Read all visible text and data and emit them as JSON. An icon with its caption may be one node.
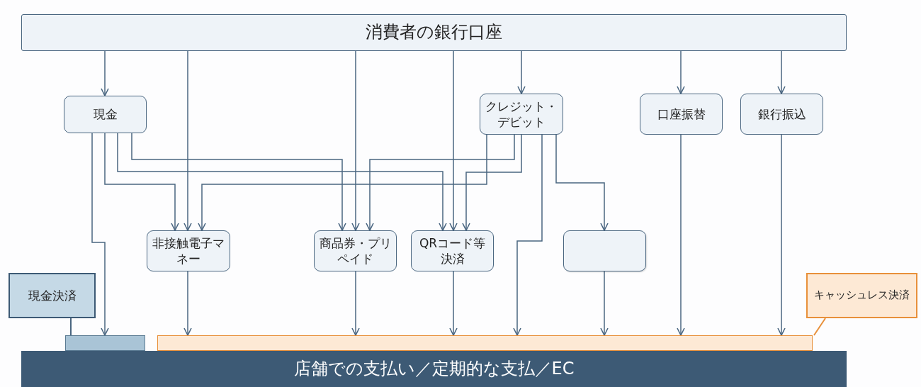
{
  "diagram": {
    "nodes": [
      {
        "text": [
          "消費者の銀行口座"
        ]
      },
      {
        "text": [
          "現金"
        ]
      },
      {
        "text": [
          "クレジット・デビット"
        ]
      },
      {
        "text": [
          "口座振替"
        ]
      },
      {
        "text": [
          "銀行振込"
        ]
      },
      {
        "text": [
          "非接触電子マネー"
        ]
      },
      {
        "text": [
          "商品券・プリペイド"
        ]
      },
      {
        "text": [
          "QRコード等決済"
        ]
      },
      {
        "text": [],
        "shape": "box"
      },
      {
        "text": [
          "現金決済"
        ]
      },
      {
        "text": [
          "キャッシュレス決済"
        ]
      },
      {
        "text": [],
        "shape": "bar"
      },
      {
        "text": [],
        "shape": "bar"
      },
      {
        "text": [
          "店舗での支払い／定期的な支払／EC"
        ]
      }
    ],
    "edges": [
      {
        "from": 0,
        "to": 1,
        "arrow": "to"
      },
      {
        "from": 0,
        "to": 5,
        "arrow": "to"
      },
      {
        "from": 0,
        "to": 6,
        "arrow": "to"
      },
      {
        "from": 0,
        "to": 7,
        "arrow": "to"
      },
      {
        "from": 0,
        "to": 2,
        "arrow": "to"
      },
      {
        "from": 0,
        "to": 3,
        "arrow": "to"
      },
      {
        "from": 0,
        "to": 4,
        "arrow": "to"
      },
      {
        "from": 1,
        "to": 11,
        "arrow": "to"
      },
      {
        "from": 1,
        "to": 5,
        "arrow": "to"
      },
      {
        "from": 1,
        "to": 7,
        "arrow": "to"
      },
      {
        "from": 1,
        "to": 6,
        "arrow": "to"
      },
      {
        "from": 2,
        "to": 5,
        "arrow": "to"
      },
      {
        "from": 2,
        "to": 6,
        "arrow": "to"
      },
      {
        "from": 2,
        "to": 7,
        "arrow": "to"
      },
      {
        "from": 2,
        "to": 12,
        "arrow": "to"
      },
      {
        "from": 2,
        "to": 8,
        "arrow": "to"
      },
      {
        "from": 5,
        "to": 12,
        "arrow": "to"
      },
      {
        "from": 6,
        "to": 12,
        "arrow": "to"
      },
      {
        "from": 7,
        "to": 12,
        "arrow": "to"
      },
      {
        "from": 8,
        "to": 12,
        "arrow": "to"
      },
      {
        "from": 3,
        "to": 12,
        "arrow": "to"
      },
      {
        "from": 4,
        "to": 12,
        "arrow": "to"
      },
      {
        "from": 9,
        "to": 11,
        "arrow": "none"
      },
      {
        "from": 10,
        "to": 12,
        "arrow": "none",
        "color": "#e8903a"
      }
    ]
  }
}
